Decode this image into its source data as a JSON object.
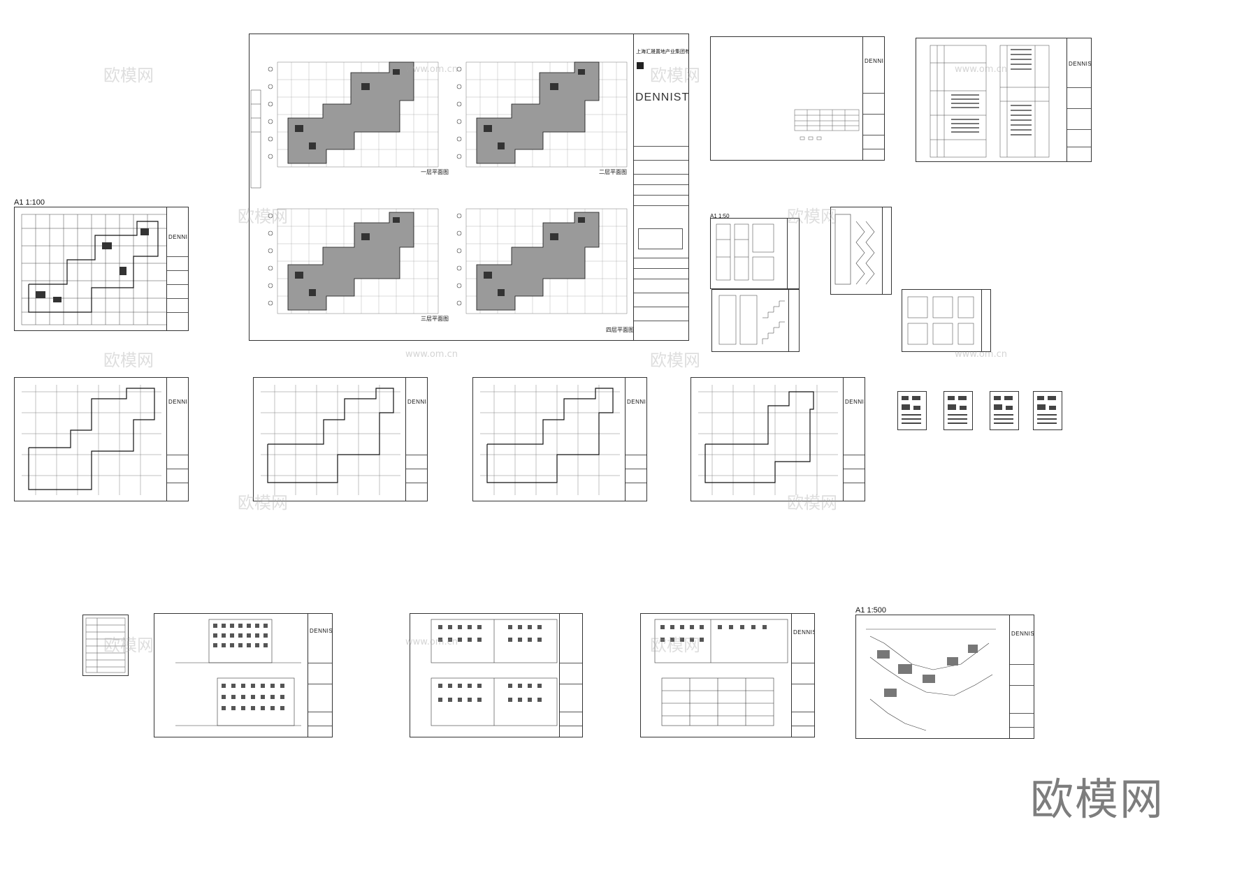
{
  "sheet_labels": {
    "a1_100": "A1    1:100",
    "a1_500": "A1    1:500",
    "a1_50": "A1    1:50"
  },
  "brand": "DENNISTON",
  "client_name": "上海汇晟置地产业集团有限公司",
  "watermarks": {
    "text": "欧模网",
    "url": "www.om.cn"
  },
  "plan_titles": {
    "p1": "一层平面图",
    "p2": "二层平面图",
    "p3": "三层平面图",
    "p4": "四层平面图"
  },
  "colors": {
    "line": "#222222",
    "hatch": "#555555",
    "watermark": "#a0a0a0"
  },
  "icons": {
    "logo": "denniston-logo-icon"
  }
}
